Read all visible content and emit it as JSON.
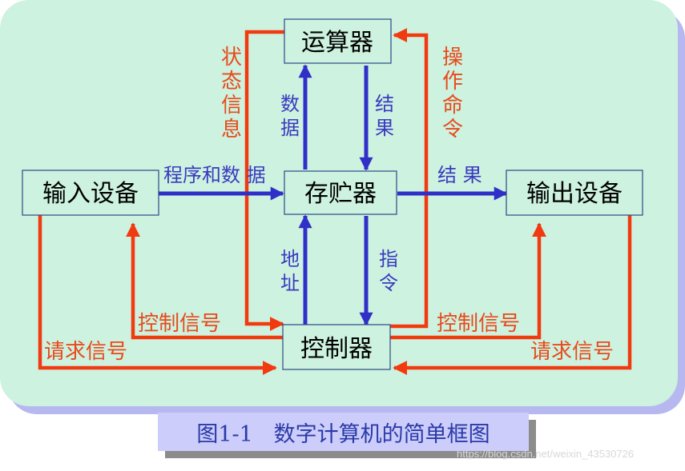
{
  "boxes": {
    "alu": "运算器",
    "memory": "存贮器",
    "controller": "控制器",
    "input": "输入设备",
    "output": "输出设备"
  },
  "labels": {
    "status_info": [
      "状",
      "态",
      "信",
      "息"
    ],
    "operation_cmd": [
      "操",
      "作",
      "命",
      "令"
    ],
    "data_up": [
      "数",
      "据"
    ],
    "result_down": [
      "结",
      "果"
    ],
    "program_data": "程序和数 据",
    "result_out": "结 果",
    "address": [
      "地",
      "址"
    ],
    "instruction": [
      "指",
      "令"
    ],
    "control_signal_left": "控制信号",
    "control_signal_right": "控制信号",
    "request_signal_left": "请求信号",
    "request_signal_right": "请求信号"
  },
  "caption": "图1-1   数字计算机的简单框图",
  "watermark": "https://blog.csdn.net/weixin_43530726",
  "colors": {
    "background": "#cdf2df",
    "blue_arrow": "#3030c8",
    "red_line": "#f23a10",
    "caption_bg": "#cccdfa"
  }
}
